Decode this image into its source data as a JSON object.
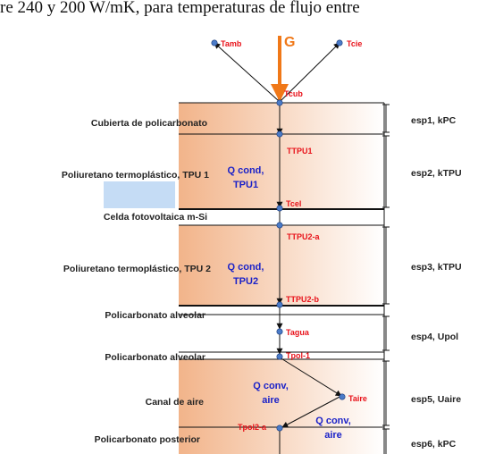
{
  "header": {
    "text": "re 240 y 200 W/mK, para temperaturas de flujo entre"
  },
  "source": {
    "label": "G"
  },
  "nodes": {
    "tamb": "Tamb",
    "tcie": "Tcie",
    "tcub": "Tcub",
    "ttpu1": "TTPU1",
    "tcel": "Tcel",
    "ttpu2a": "TTPU2-a",
    "ttpu2b": "TTPU2-b",
    "tagua": "Tagua",
    "tpol1": "Tpol-1",
    "taire": "Taire",
    "tpol2": "Tpol2-a"
  },
  "layers": {
    "cubierta": "Cubierta de policarbonato",
    "tpu1": "Poliuretano termoplástico, TPU 1",
    "celda": "Celda fotovoltaica m-Si",
    "tpu2": "Poliuretano termoplástico, TPU 2",
    "alveolar1": "Policarbonato alveolar",
    "alveolar2": "Policarbonato alveolar",
    "canal": "Canal de aire",
    "posterior": "Policarbonato posterior"
  },
  "fluxes": {
    "qcond1_line1": "Q cond,",
    "qcond1_line2": "TPU1",
    "qcond2_line1": "Q cond,",
    "qcond2_line2": "TPU2",
    "qconv1_line1": "Q conv,",
    "qconv1_line2": "aire",
    "qconv2_line1": "Q conv,",
    "qconv2_line2": "aire"
  },
  "thickness": {
    "esp1": "esp1, kPC",
    "esp2": "esp2, kTPU",
    "esp3": "esp3, kTPU",
    "esp4": "esp4, Upol",
    "esp5": "esp5, Uaire",
    "esp6": "esp6, kPC"
  },
  "colors": {
    "layer_gradient_start": "#f2b48a",
    "layer_gradient_end": "#ffffff",
    "flux_blue": "#1b22c8",
    "node_red": "#e8121a",
    "source_orange": "#f07818",
    "node_blue": "#4a7bc8",
    "highlight_box": "#c5dcf5"
  }
}
